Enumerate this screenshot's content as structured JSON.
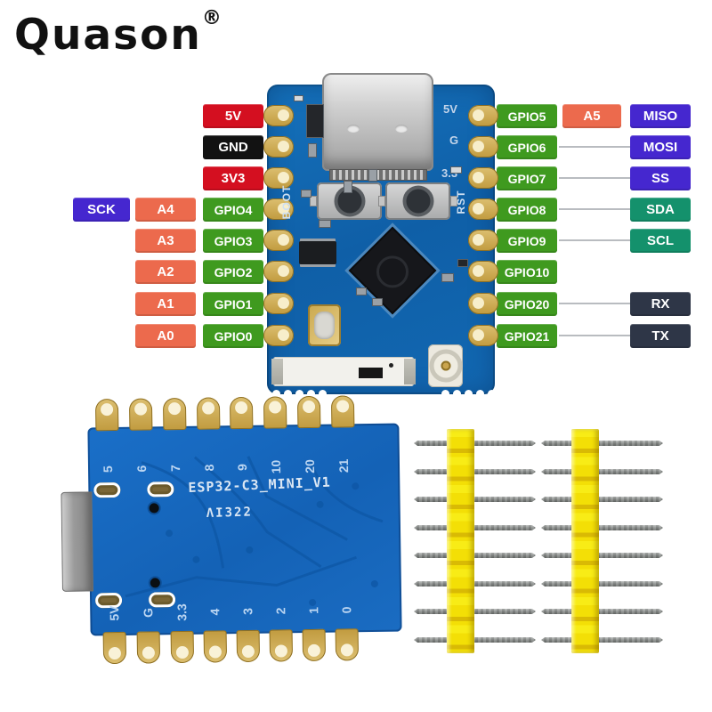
{
  "brand": {
    "name": "Quason",
    "registered_mark": "®"
  },
  "left": {
    "power": [
      "5V",
      "GND",
      "3V3"
    ],
    "sck": "SCK",
    "analog": [
      "A4",
      "A3",
      "A2",
      "A1",
      "A0"
    ],
    "gpio": [
      "GPIO4",
      "GPIO3",
      "GPIO2",
      "GPIO1",
      "GPIO0"
    ]
  },
  "right": {
    "gpio": [
      "GPIO5",
      "GPIO6",
      "GPIO7",
      "GPIO8",
      "GPIO9",
      "GPIO10",
      "GPIO20",
      "GPIO21"
    ],
    "analog": "A5",
    "bus": [
      "MISO",
      "MOSI",
      "SS",
      "SDA",
      "SCL"
    ],
    "uart": [
      "RX",
      "TX"
    ]
  },
  "front_board": {
    "silkscreen": {
      "pwr": "5V",
      "gnd": "G",
      "v33": "3.3",
      "boot": "BOOT",
      "rst": "RST"
    }
  },
  "back_board": {
    "title": "ESP32-C3_MINI_V1",
    "lot_code": "ΛI322",
    "top_pins": [
      "5",
      "6",
      "7",
      "8",
      "9",
      "10",
      "20",
      "21"
    ],
    "bottom_pins": [
      "5V",
      "G",
      "3.3",
      "4",
      "3",
      "2",
      "1",
      "0"
    ]
  },
  "palette": {
    "power_red": "#d40f20",
    "ground_black": "#121212",
    "analog_orange": "#ec6a4d",
    "gpio_green": "#3f9a1f",
    "spi_purple": "#4527cf",
    "i2c_teal": "#14916c",
    "uart_navy": "#2e3647",
    "pcb_blue": "#1268b4",
    "pad_gold": "#c9a54e",
    "header_yellow": "#f0df12"
  }
}
